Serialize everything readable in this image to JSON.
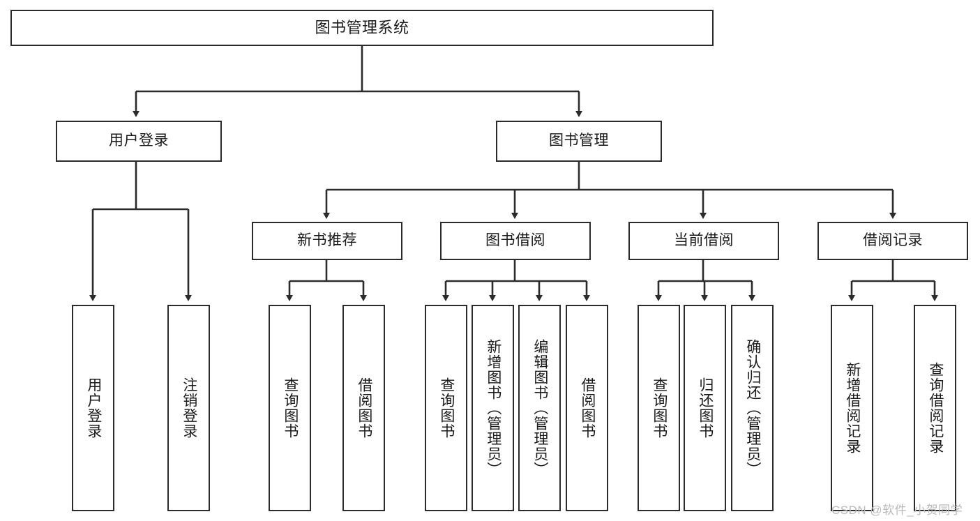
{
  "diagram": {
    "title": "图书管理系统",
    "watermark": "CSDN @软件_小贺同学",
    "line_color": "#2b2b2b",
    "box_fill": "#ffffff",
    "text_color": "#1a1a1a",
    "watermark_color": "#b9b9b9",
    "root": {
      "label": "图书管理系统"
    },
    "level2": [
      {
        "label": "用户登录"
      },
      {
        "label": "图书管理"
      }
    ],
    "level3": [
      {
        "label": "新书推荐"
      },
      {
        "label": "图书借阅"
      },
      {
        "label": "当前借阅"
      },
      {
        "label": "借阅记录"
      }
    ],
    "leaves_user_login": [
      {
        "label": "用户登录"
      },
      {
        "label": "注销登录"
      }
    ],
    "leaves_new_book": [
      {
        "label": "查询图书"
      },
      {
        "label": "借阅图书"
      }
    ],
    "leaves_borrow_book": [
      {
        "label": "查询图书"
      },
      {
        "label": "新增图书（管理员）"
      },
      {
        "label": "编辑图书（管理员）"
      },
      {
        "label": "借阅图书"
      }
    ],
    "leaves_current_borrow": [
      {
        "label": "查询图书"
      },
      {
        "label": "归还图书"
      },
      {
        "label": "确认归还（管理员）"
      }
    ],
    "leaves_borrow_record": [
      {
        "label": "新增借阅记录"
      },
      {
        "label": "查询借阅记录"
      }
    ]
  }
}
